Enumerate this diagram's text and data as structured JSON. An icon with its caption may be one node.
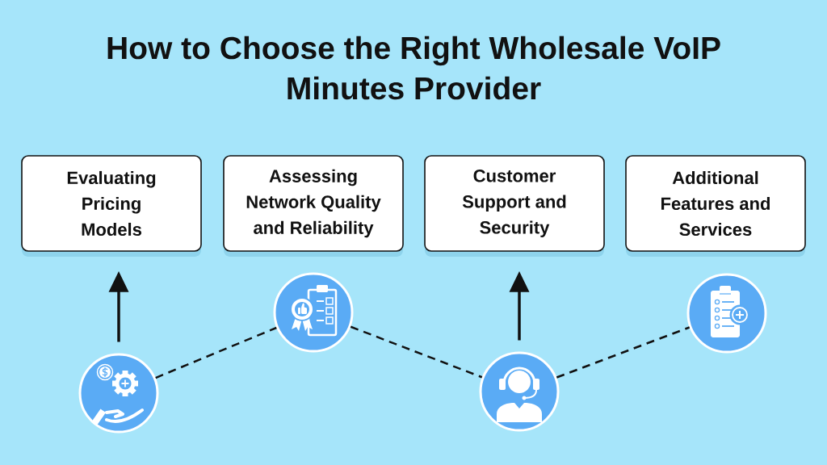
{
  "diagram": {
    "title": "How to Choose the Right Wholesale VoIP Minutes Provider",
    "nodes": [
      {
        "text": [
          "Evaluating Pricing Models"
        ]
      },
      {
        "text": [
          "Assessing Network Quality and Reliability"
        ]
      },
      {
        "text": [
          "Customer Support and Security"
        ]
      },
      {
        "text": [
          "Additional Features and Services"
        ]
      },
      {
        "text": [],
        "shape": "circle"
      },
      {
        "text": [],
        "shape": "circle"
      },
      {
        "text": [],
        "shape": "circle"
      },
      {
        "text": [],
        "shape": "circle"
      }
    ],
    "edges": [
      {
        "from": 4,
        "to": 0,
        "arrow": "to"
      },
      {
        "from": 4,
        "to": 5,
        "arrow": "none",
        "style": "dashed"
      },
      {
        "from": 5,
        "to": 6,
        "arrow": "none",
        "style": "dashed"
      },
      {
        "from": 6,
        "to": 2,
        "arrow": "to"
      },
      {
        "from": 6,
        "to": 7,
        "arrow": "none",
        "style": "dashed"
      }
    ]
  }
}
